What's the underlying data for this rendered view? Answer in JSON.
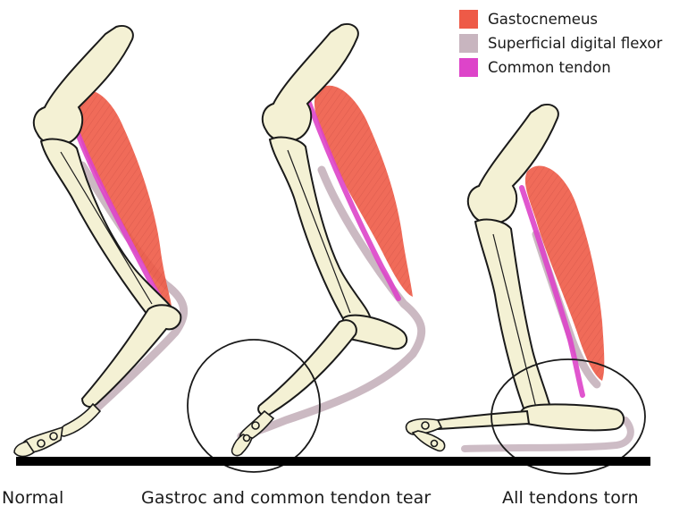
{
  "legend": {
    "items": [
      {
        "label": "Gastocnemeus",
        "color": "#ee5a47"
      },
      {
        "label": "Superficial digital flexor",
        "color": "#c8b5bf"
      },
      {
        "label": "Common tendon",
        "color": "#dd44c9"
      }
    ]
  },
  "captions": [
    "Normal",
    "Gastroc and common tendon tear",
    "All tendons torn"
  ],
  "colors": {
    "bone": "#f4f1d4",
    "bone_outline": "#1a1a1a",
    "muscle": "#ee5a47",
    "flexor": "#c8b5bf",
    "tendon": "#dd44c9",
    "ground": "#000000"
  }
}
